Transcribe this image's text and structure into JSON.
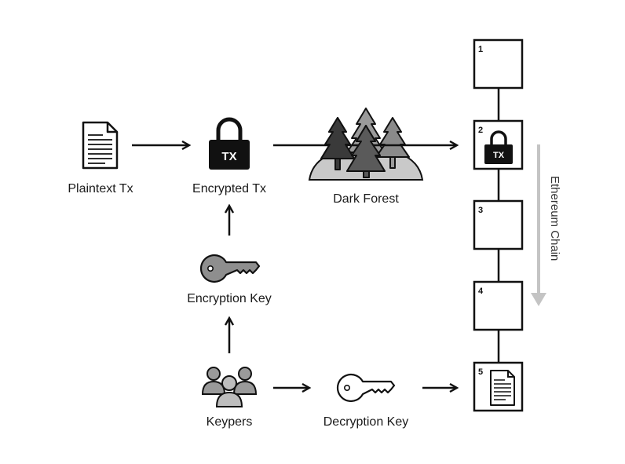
{
  "nodes": {
    "plaintext_tx": "Plaintext Tx",
    "encrypted_tx": "Encrypted Tx",
    "dark_forest": "Dark Forest",
    "encryption_key": "Encryption Key",
    "keypers": "Keypers",
    "decryption_key": "Decryption Key"
  },
  "badges": {
    "lock_text": "TX",
    "block_lock_text": "TX"
  },
  "chain": {
    "label": "Ethereum Chain",
    "blocks": [
      "1",
      "2",
      "3",
      "4",
      "5"
    ]
  },
  "colors": {
    "stroke": "#111111",
    "forest_dark": "#3a3a3a",
    "forest_mid": "#6e6e6e",
    "forest_light": "#9a9a9a",
    "ground": "#c9c9c9",
    "key_grey": "#8e8e8e",
    "chain_arrow": "#c4c4c4"
  },
  "icons": [
    "document-icon",
    "lock-icon",
    "forest-icon",
    "key-icon",
    "people-icon",
    "key-outline-icon"
  ]
}
